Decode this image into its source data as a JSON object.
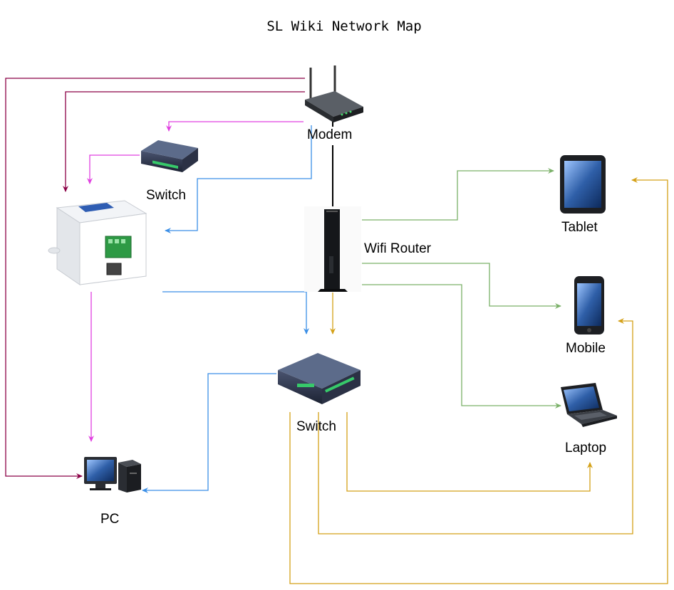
{
  "title": "SL Wiki Network Map",
  "nodes": {
    "modem": {
      "label": "Modem",
      "icon": "router-modem-icon"
    },
    "switch_small": {
      "label": "Switch",
      "icon": "network-switch-icon"
    },
    "io_module": {
      "label": "",
      "icon": "io-module-device-icon"
    },
    "wifi_router": {
      "label": "Wifi Router",
      "icon": "wifi-router-icon"
    },
    "switch_main": {
      "label": "Switch",
      "icon": "network-switch-icon"
    },
    "pc": {
      "label": "PC",
      "icon": "desktop-computer-icon"
    },
    "tablet": {
      "label": "Tablet",
      "icon": "tablet-icon"
    },
    "mobile": {
      "label": "Mobile",
      "icon": "mobile-phone-icon"
    },
    "laptop": {
      "label": "Laptop",
      "icon": "laptop-icon"
    }
  },
  "colors": {
    "maroon": "#8b0046",
    "magenta": "#e040e0",
    "blue": "#3a8ee6",
    "green": "#7ab068",
    "gold": "#d4a017",
    "black": "#000000"
  },
  "connections": [
    {
      "from": "modem",
      "to": "pc",
      "color": "maroon"
    },
    {
      "from": "modem",
      "to": "io_module",
      "color": "maroon"
    },
    {
      "from": "modem",
      "to": "switch_small",
      "color": "magenta"
    },
    {
      "from": "switch_small",
      "to": "io_module",
      "color": "magenta"
    },
    {
      "from": "io_module",
      "to": "pc",
      "color": "magenta"
    },
    {
      "from": "modem",
      "to": "io_module",
      "color": "blue"
    },
    {
      "from": "io_module",
      "to": "switch_main",
      "color": "blue"
    },
    {
      "from": "switch_main",
      "to": "pc",
      "color": "blue"
    },
    {
      "from": "modem",
      "to": "wifi_router",
      "color": "black"
    },
    {
      "from": "wifi_router",
      "to": "tablet",
      "color": "green"
    },
    {
      "from": "wifi_router",
      "to": "mobile",
      "color": "green"
    },
    {
      "from": "wifi_router",
      "to": "laptop",
      "color": "green"
    },
    {
      "from": "wifi_router",
      "to": "switch_main",
      "color": "gold"
    },
    {
      "from": "switch_main",
      "to": "laptop",
      "color": "gold"
    },
    {
      "from": "switch_main",
      "to": "mobile",
      "color": "gold"
    },
    {
      "from": "switch_main",
      "to": "tablet",
      "color": "gold"
    }
  ]
}
